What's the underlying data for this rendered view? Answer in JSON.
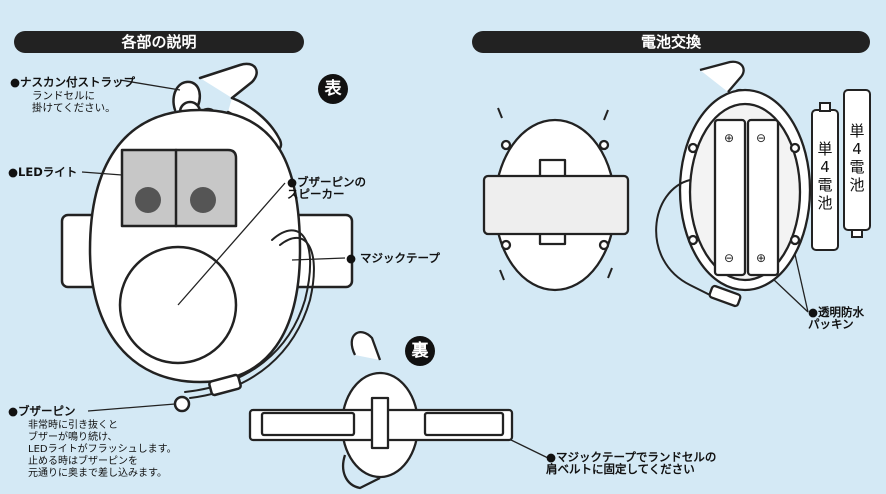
{
  "headers": {
    "parts": "各部の説明",
    "battery": "電池交換"
  },
  "badges": {
    "front": "表",
    "back": "裏"
  },
  "labels": {
    "strap_title": "●ナスカン付ストラップ",
    "strap_desc": "ランドセルに\n掛けてください。",
    "led": "●LEDライト",
    "speaker": "●ブザーピンの\nスピーカー",
    "velcro": "● マジックテープ",
    "buzzer_pin_title": "●ブザーピン",
    "buzzer_pin_desc": "非常時に引き抜くと\nブザーが鳴り続け、\nLEDライトがフラッシュします。\n止める時はブザーピンを\n元通りに奥まで差し込みます。",
    "velcro_fix": "●マジックテープでランドセルの\n肩ベルトに固定してください",
    "packing": "●透明防水\nパッキン"
  },
  "batteries": [
    {
      "label": "単4電池"
    },
    {
      "label": "単4電池"
    }
  ]
}
